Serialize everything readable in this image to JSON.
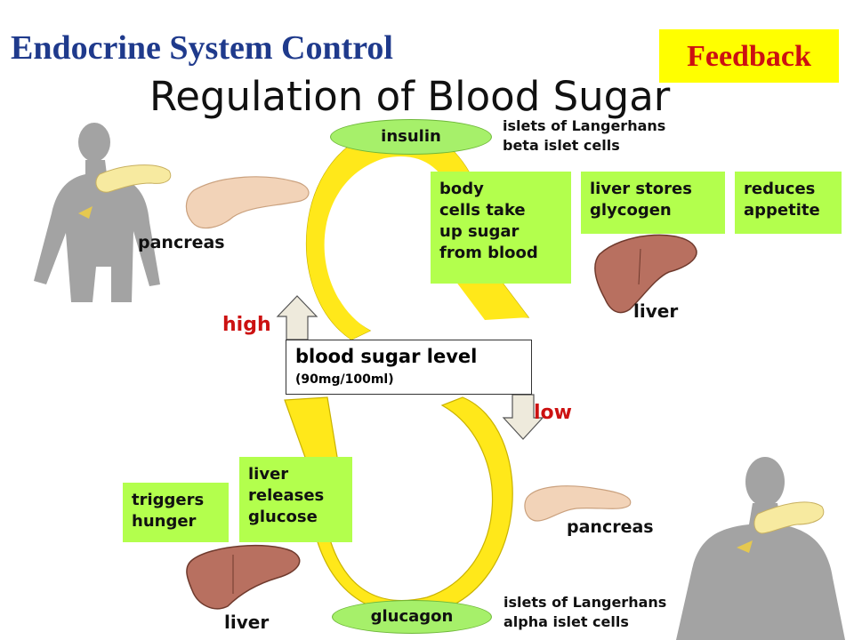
{
  "header": {
    "title": "Endocrine System Control",
    "subtitle": "Regulation of Blood Sugar",
    "badge": "Feedback"
  },
  "top_loop": {
    "hormone": "insulin",
    "source_note": "islets of Langerhans\nbeta islet cells",
    "effects": [
      "body\ncells take\nup sugar\nfrom blood",
      "liver stores\nglycogen",
      "reduces\nappetite"
    ],
    "organ_left": "pancreas",
    "organ_right": "liver",
    "trigger": "high"
  },
  "center": {
    "label": "blood sugar level",
    "value": "(90mg/100ml)"
  },
  "bottom_loop": {
    "hormone": "glucagon",
    "source_note": "islets of Langerhans\nalpha islet cells",
    "effects": [
      "triggers\nhunger",
      "liver\nreleases\nglucose"
    ],
    "organ_left": "liver",
    "organ_right": "pancreas",
    "trigger": "low"
  },
  "colors": {
    "title": "#1f3a8c",
    "badge_bg": "#ffff00",
    "badge_text": "#cc1111",
    "effect_box": "#b3ff4d",
    "loop_arrow": "#ffe81a",
    "trigger_text": "#cc1111"
  }
}
